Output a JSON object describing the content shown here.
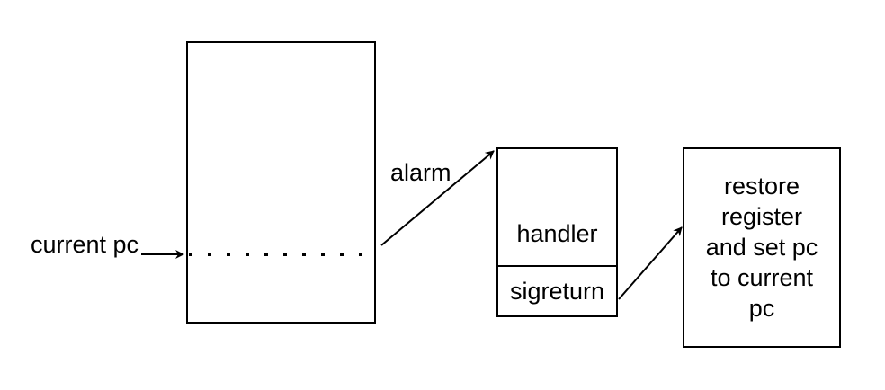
{
  "labels": {
    "current_pc": "current pc",
    "alarm": "alarm",
    "handler": "handler",
    "sigreturn": "sigreturn",
    "restore_lines": [
      "restore",
      "register",
      "and set pc",
      "to current",
      "pc"
    ]
  },
  "colors": {
    "stroke": "#000000",
    "background": "#ffffff"
  }
}
